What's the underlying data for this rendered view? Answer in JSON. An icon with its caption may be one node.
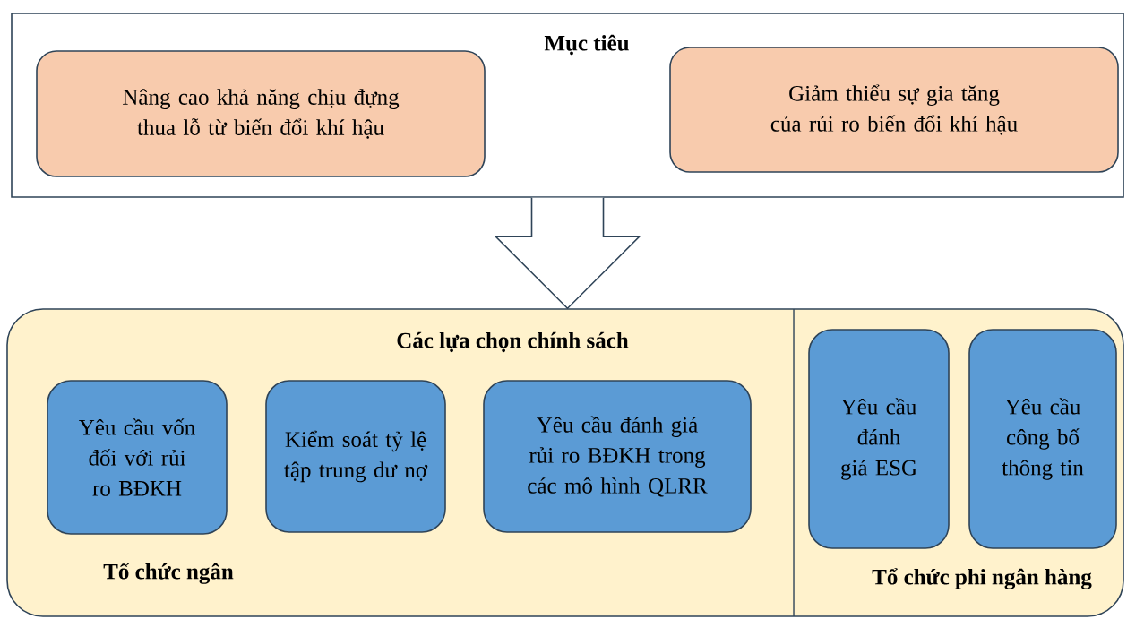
{
  "diagram": {
    "nodes": [
      {
        "text": [
          "Mục tiêu"
        ]
      },
      {
        "text": [
          "Nâng cao khả năng chịu đựng thua lỗ từ biến đổi khí hậu"
        ],
        "in": 0
      },
      {
        "text": [
          "Giảm thiểu sự gia tăng của rủi ro biến đổi khí hậu"
        ],
        "in": 0
      },
      {
        "text": [
          "Các lựa chọn chính sách"
        ]
      },
      {
        "text": [
          "Yêu cầu vốn đối với rủi ro BĐKH"
        ],
        "in": 3
      },
      {
        "text": [
          "Kiểm soát tỷ lệ tập trung dư nợ"
        ],
        "in": 3
      },
      {
        "text": [
          "Yêu cầu đánh giá rủi ro BĐKH trong các mô hình QLRR"
        ],
        "in": 3
      },
      {
        "text": [
          "Yêu cầu đánh giá ESG"
        ],
        "in": 3
      },
      {
        "text": [
          "Yêu cầu công bố thông tin"
        ],
        "in": 3
      }
    ],
    "edges": [
      {
        "from": 0,
        "to": 3,
        "arrow": "to"
      }
    ],
    "labels": [
      "Tổ chức ngân",
      "Tổ chức phi ngân hàng"
    ]
  }
}
